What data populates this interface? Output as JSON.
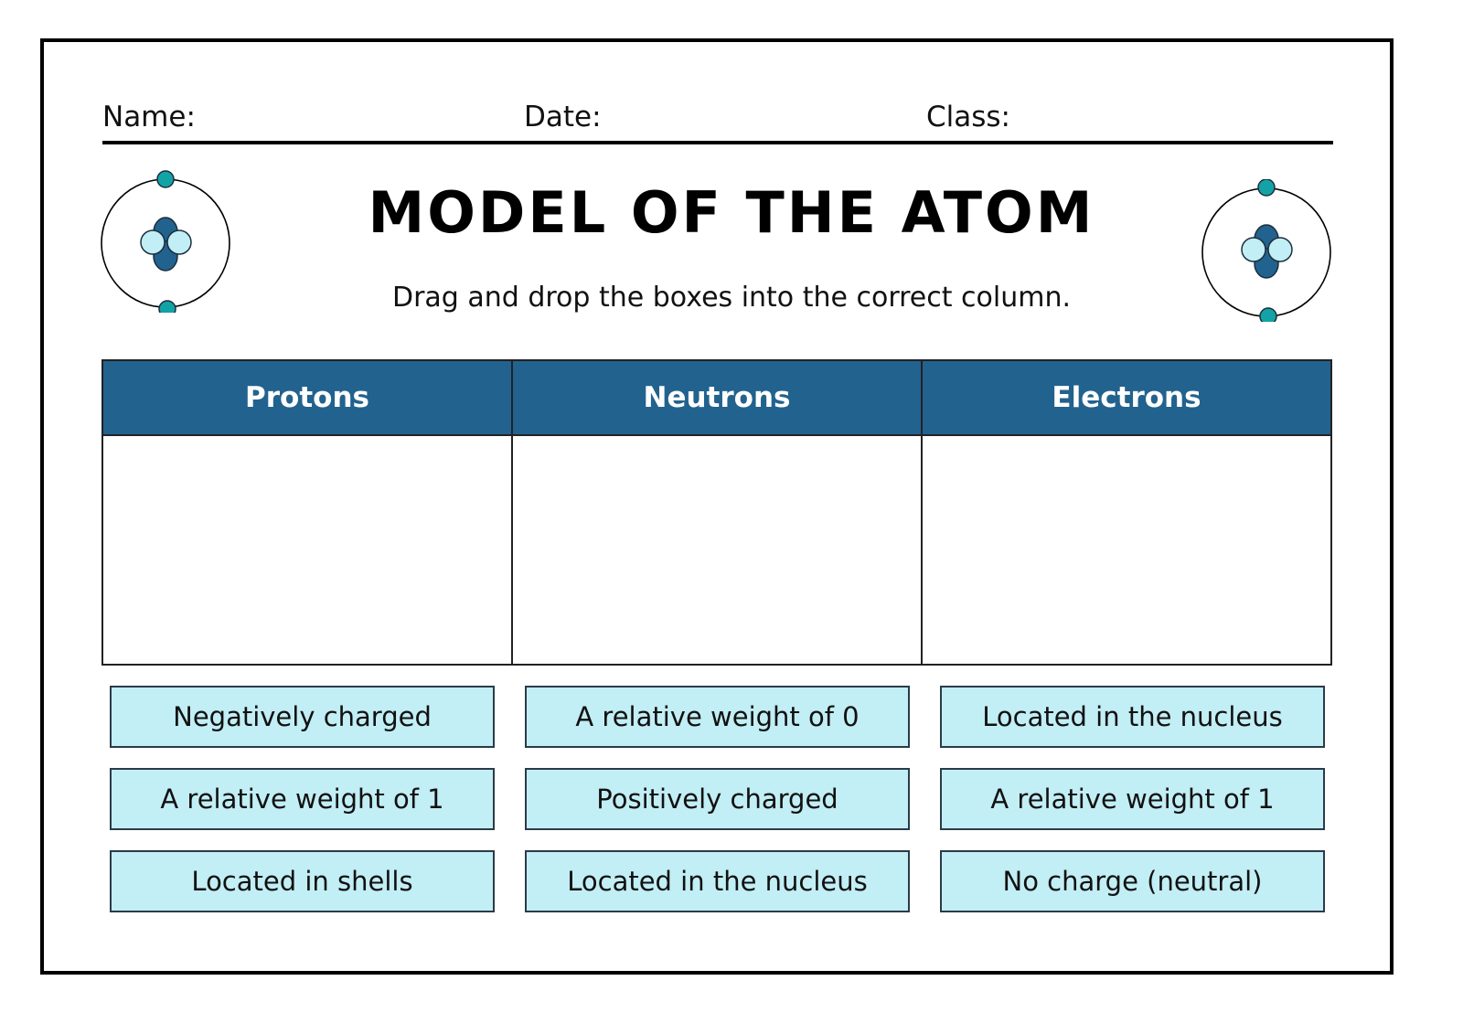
{
  "header": {
    "name_label": "Name:",
    "date_label": "Date:",
    "class_label": "Class:"
  },
  "title": "MODEL OF THE ATOM",
  "instructions": "Drag and drop the boxes into the correct column.",
  "columns": [
    {
      "label": "Protons"
    },
    {
      "label": "Neutrons"
    },
    {
      "label": "Electrons"
    }
  ],
  "cards": [
    {
      "text": "Negatively charged"
    },
    {
      "text": "A relative weight of 0"
    },
    {
      "text": "Located in the nucleus"
    },
    {
      "text": "A relative weight of 1"
    },
    {
      "text": "Positively charged"
    },
    {
      "text": "A relative weight of 1"
    },
    {
      "text": "Located in shells"
    },
    {
      "text": "Located in the nucleus"
    },
    {
      "text": "No charge (neutral)"
    }
  ],
  "decorations": {
    "left_icon": "atom-icon",
    "right_icon": "atom-icon"
  },
  "colors": {
    "header_blue": "#22628e",
    "card_fill": "#c2eef5",
    "electron_teal": "#13a3a6",
    "nucleus_dark": "#22628e",
    "nucleus_light": "#c2eef5"
  }
}
